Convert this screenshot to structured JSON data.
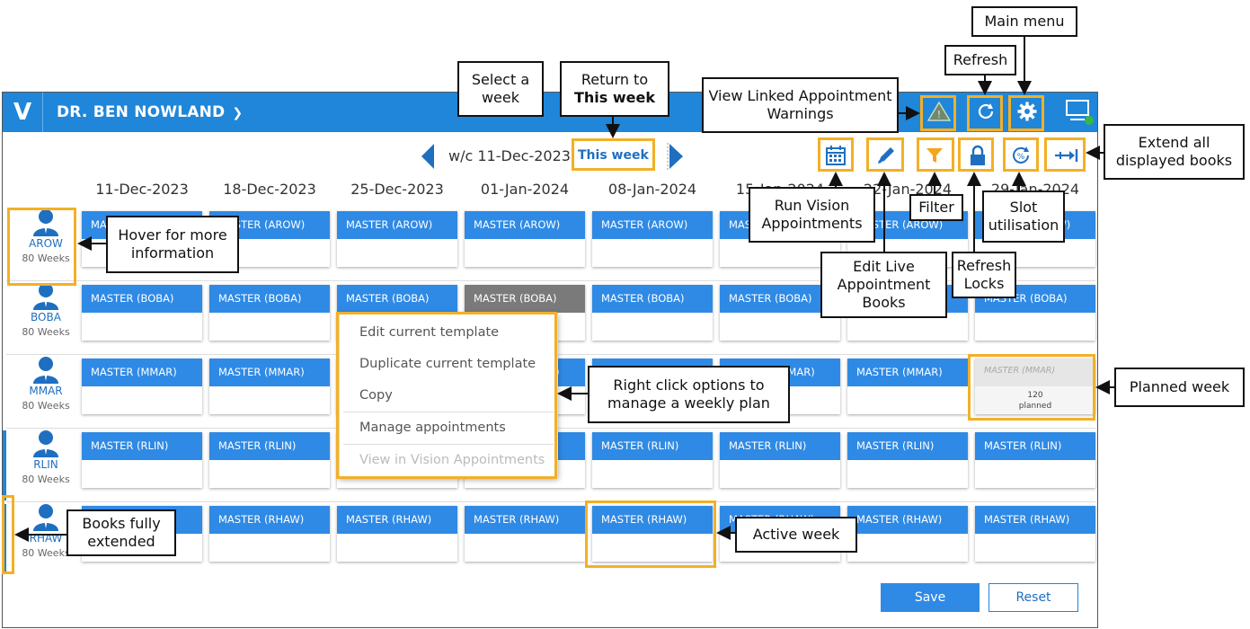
{
  "app": {
    "logo": "V",
    "user": "DR. BEN NOWLAND"
  },
  "weeknav": {
    "week_commencing": "w/c 11-Dec-2023",
    "this_week": "This week"
  },
  "dates": [
    "11-Dec-2023",
    "18-Dec-2023",
    "25-Dec-2023",
    "01-Jan-2024",
    "08-Jan-2024",
    "15-Jan-2024",
    "22-Jan-2024",
    "29-Jan-2024"
  ],
  "rows": [
    {
      "code": "AROW",
      "weeks": "80  Weeks",
      "cell": "MASTER (AROW)"
    },
    {
      "code": "BOBA",
      "weeks": "80  Weeks",
      "cell": "MASTER (BOBA)"
    },
    {
      "code": "MMAR",
      "weeks": "80  Weeks",
      "cell": "MASTER (MMAR)"
    },
    {
      "code": "RLIN",
      "weeks": "80  Weeks",
      "cell": "MASTER (RLIN)"
    },
    {
      "code": "RHAW",
      "weeks": "80  Weeks",
      "cell": "MASTER (RHAW)"
    }
  ],
  "planned_cell": {
    "label": "MASTER (MMAR)",
    "count": "120",
    "status": "planned"
  },
  "context_menu": {
    "items": [
      "Edit current template",
      "Duplicate current template",
      "Copy",
      "Manage appointments",
      "View in Vision Appointments"
    ]
  },
  "footer": {
    "save": "Save",
    "reset": "Reset"
  },
  "callouts": {
    "select_week": "Select a week",
    "return_to": "Return to",
    "this_week": "This week",
    "view_linked": "View Linked Appointment Warnings",
    "refresh": "Refresh",
    "main_menu": "Main menu",
    "extend_all": "Extend all displayed books",
    "run_vision": "Run Vision Appointments",
    "filter": "Filter",
    "slot_util": "Slot utilisation",
    "edit_live": "Edit Live Appointment Books",
    "refresh_locks": "Refresh Locks",
    "hover": "Hover for more information",
    "right_click": "Right click options to manage a weekly plan",
    "planned_week": "Planned week",
    "books_fully": "Books fully extended",
    "active_week": "Active week"
  },
  "colors": {
    "accent": "#1f86d9",
    "cell": "#2f8ae5",
    "highlight": "#f3b026"
  }
}
